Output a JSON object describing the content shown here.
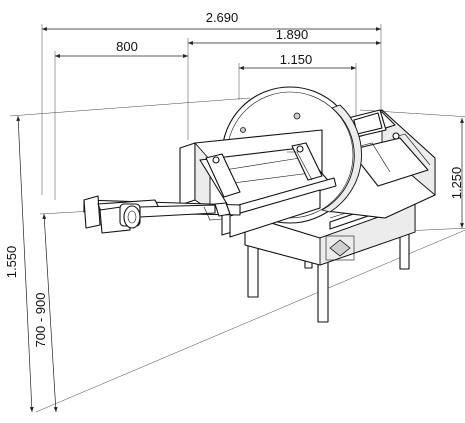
{
  "dimensions": {
    "overall_length": "2.690",
    "machine_length": "1.890",
    "feed_length": "800",
    "blade_width": "1.150",
    "machine_height": "1.250",
    "total_height": "1.550",
    "table_height": "700 - 900"
  }
}
